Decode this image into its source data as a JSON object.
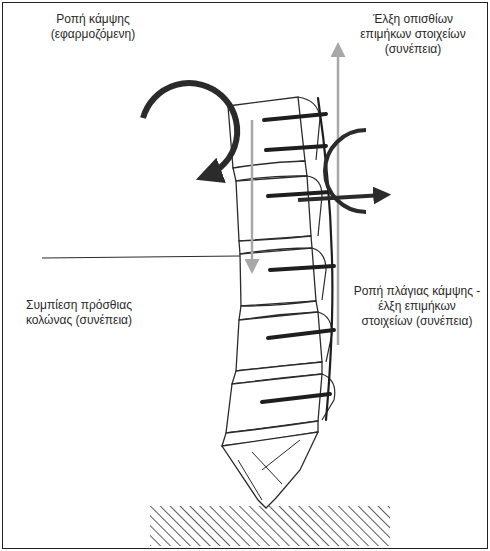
{
  "diagram": {
    "labels": [
      "Ροπή κάμψης (εφαρμοζόμενη)",
      "Έλξη οπισθίων επιμήκων στοιχείων (συνέπεια)",
      "Συμπίεση πρόσθιας κολώνας (συνέπεια)",
      "Ροπή πλάγιας κάμψης - έλξη επιμήκων στοιχείων (συνέπεια)"
    ]
  }
}
